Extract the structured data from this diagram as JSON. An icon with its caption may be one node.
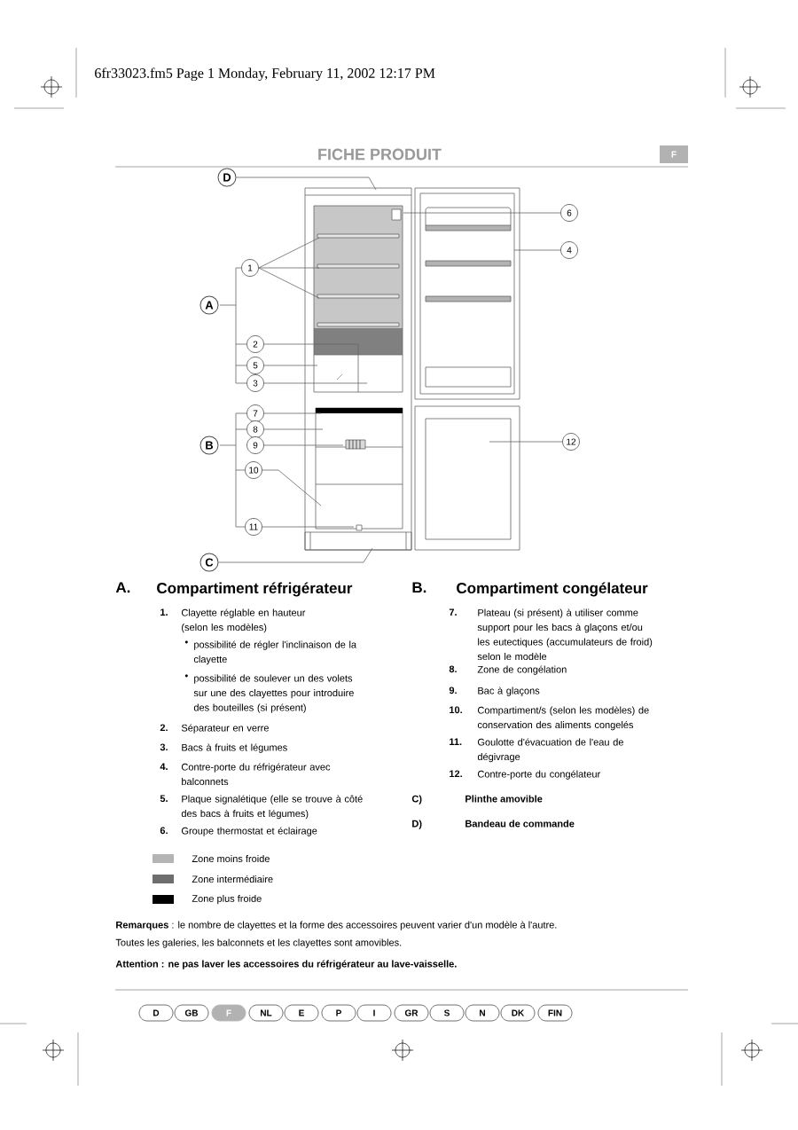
{
  "diagram": {
    "title": "FICHE PRODUIT",
    "nodes": [
      {
        "text": [
          "F"
        ]
      },
      {
        "text": [
          "D"
        ]
      },
      {
        "text": [
          "6"
        ]
      },
      {
        "text": [
          "4"
        ]
      },
      {
        "text": [
          "1"
        ]
      },
      {
        "text": [
          "A"
        ]
      },
      {
        "text": [
          "2"
        ]
      },
      {
        "text": [
          "5"
        ]
      },
      {
        "text": [
          "3"
        ]
      },
      {
        "text": [
          "7"
        ]
      },
      {
        "text": [
          "8"
        ]
      },
      {
        "text": [
          "B"
        ]
      },
      {
        "text": [
          "9"
        ]
      },
      {
        "text": [
          "10"
        ]
      },
      {
        "text": [
          "11"
        ]
      },
      {
        "text": [
          "12"
        ]
      },
      {
        "text": [
          "C"
        ]
      },
      {
        "text": [
          "D"
        ]
      },
      {
        "text": [
          "GB"
        ]
      },
      {
        "text": [
          "F"
        ]
      },
      {
        "text": [
          "NL"
        ]
      },
      {
        "text": [
          "E"
        ]
      },
      {
        "text": [
          "P"
        ]
      },
      {
        "text": [
          "I"
        ]
      },
      {
        "text": [
          "GR"
        ]
      },
      {
        "text": [
          "S"
        ]
      },
      {
        "text": [
          "N"
        ]
      },
      {
        "text": [
          "DK"
        ]
      },
      {
        "text": [
          "FIN"
        ]
      },
      {
        "text": [],
        "shape": "picture"
      }
    ],
    "edges": [
      {
        "from": 1,
        "to": 29,
        "arrow": "none"
      },
      {
        "from": 2,
        "to": 29,
        "arrow": "none"
      },
      {
        "from": 3,
        "to": 29,
        "arrow": "none"
      },
      {
        "from": 4,
        "to": 29,
        "arrow": "none"
      },
      {
        "from": 4,
        "to": 29,
        "arrow": "none"
      },
      {
        "from": 4,
        "to": 29,
        "arrow": "none"
      },
      {
        "from": 6,
        "to": 29,
        "arrow": "none"
      },
      {
        "from": 7,
        "to": 29,
        "arrow": "none"
      },
      {
        "from": 8,
        "to": 29,
        "arrow": "none"
      },
      {
        "from": 9,
        "to": 29,
        "arrow": "none"
      },
      {
        "from": 10,
        "to": 29,
        "arrow": "none"
      },
      {
        "from": 12,
        "to": 29,
        "arrow": "none"
      },
      {
        "from": 13,
        "to": 29,
        "arrow": "none"
      },
      {
        "from": 14,
        "to": 29,
        "arrow": "none"
      },
      {
        "from": 15,
        "to": 29,
        "arrow": "none"
      },
      {
        "from": 16,
        "to": 29,
        "arrow": "none"
      }
    ],
    "labels": [
      "6fr33023.fm5 Page 1 Monday, February 11, 2002 12:17 PM",
      "A.",
      "Compartiment réfrigérateur",
      "1.",
      "Clayette réglable en hauteur (selon les modèles)",
      "•",
      "possibilité de régler l'inclinaison de la clayette",
      "•",
      "possibilité de soulever un des volets sur une des clayettes pour introduire des bouteilles (si présent)",
      "2.",
      "Séparateur en verre",
      "3.",
      "Bacs à fruits et légumes",
      "4.",
      "Contre-porte du réfrigérateur avec balconnets",
      "5.",
      "Plaque signalétique (elle se trouve à côté des bacs à fruits et légumes)",
      "6.",
      "Groupe thermostat et éclairage",
      "B.",
      "Compartiment congélateur",
      "7.",
      "Plateau (si présent) à utiliser comme support pour les bacs à glaçons et/ou les eutectiques (accumulateurs de froid) selon le modèle",
      "8.",
      "Zone de congélation",
      "9.",
      "Bac à glaçons",
      "10.",
      "Compartiment/s (selon les modèles) de conservation des aliments congelés",
      "11.",
      "Goulotte d'évacuation de l'eau de dégivrage",
      "12.",
      "Contre-porte du congélateur",
      "C)",
      "Plinthe amovible",
      "D)",
      "Bandeau de commande",
      "**Remarques** : le nombre de clayettes et la forme des accessoires peuvent varier d'un modèle à l'autre.",
      "Toutes les galeries, les balconnets et les clayettes sont amovibles.",
      "Attention : ne pas laver les accessoires du réfrigérateur au lave-vaisselle."
    ],
    "legend": [
      {
        "text": "Zone moins froide",
        "color": "#b4b4b4"
      },
      {
        "text": "Zone intermédiaire",
        "color": "#6e6e6e"
      },
      {
        "text": "Zone plus froide",
        "color": "#000000"
      }
    ]
  }
}
